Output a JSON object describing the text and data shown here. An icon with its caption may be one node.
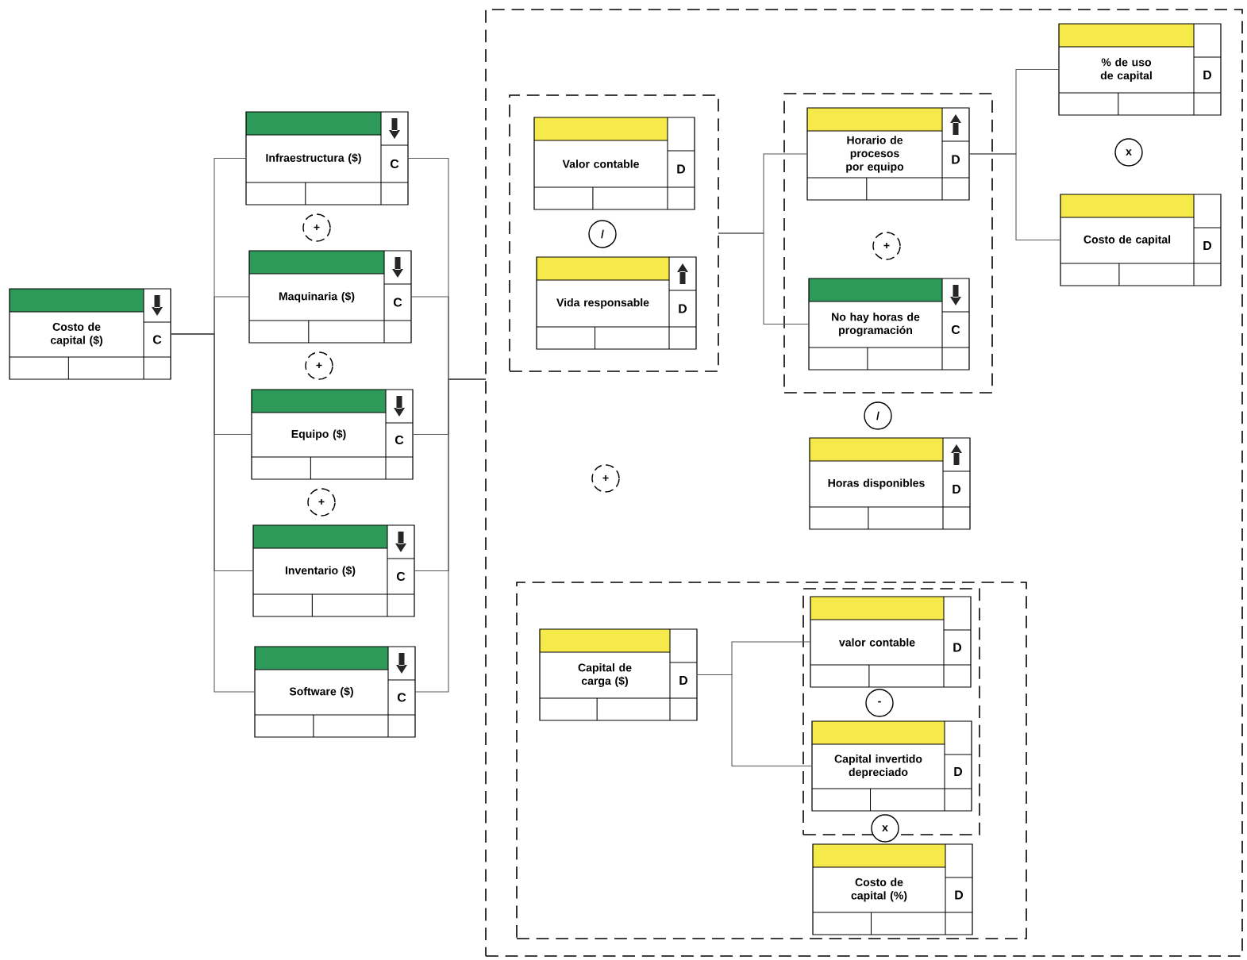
{
  "diagram": {
    "nodes": [
      {
        "text": [
          "Costo de capital ($)",
          "C"
        ]
      },
      {
        "text": [
          "Infraestructura ($)",
          "C"
        ]
      },
      {
        "text": [
          "+"
        ]
      },
      {
        "text": [
          "Maquinaria ($)",
          "C"
        ]
      },
      {
        "text": [
          "+"
        ]
      },
      {
        "text": [
          "Equipo ($)",
          "C"
        ]
      },
      {
        "text": [
          "+"
        ]
      },
      {
        "text": [
          "Inventario ($)",
          "C"
        ]
      },
      {
        "text": [
          "Software ($)",
          "C"
        ]
      },
      {
        "text": [],
        "shape": "box"
      },
      {
        "text": [],
        "shape": "box",
        "in": 9
      },
      {
        "text": [
          "Valor contable",
          "D"
        ],
        "in": 10
      },
      {
        "text": [
          "/"
        ],
        "in": 10
      },
      {
        "text": [
          "Vida responsable",
          "D"
        ],
        "in": 10
      },
      {
        "text": [],
        "shape": "box",
        "in": 9
      },
      {
        "text": [
          "Horario de procesos por equipo",
          "D"
        ],
        "in": 14
      },
      {
        "text": [
          "+"
        ],
        "in": 14
      },
      {
        "text": [
          "No hay horas de programación",
          "C"
        ],
        "in": 14
      },
      {
        "text": [
          "% de uso de capital",
          "D"
        ],
        "in": 9
      },
      {
        "text": [
          "x"
        ],
        "in": 9
      },
      {
        "text": [
          "Costo de capital",
          "D"
        ],
        "in": 9
      },
      {
        "text": [
          "/"
        ],
        "in": 9
      },
      {
        "text": [
          "Horas disponibles",
          "D"
        ],
        "in": 9
      },
      {
        "text": [
          "+"
        ],
        "in": 9
      },
      {
        "text": [],
        "shape": "box",
        "in": 9
      },
      {
        "text": [
          "Capital de carga ($)",
          "D"
        ],
        "in": 24
      },
      {
        "text": [],
        "shape": "box",
        "in": 24
      },
      {
        "text": [
          "valor contable",
          "D"
        ],
        "in": 26
      },
      {
        "text": [
          "-"
        ],
        "in": 26
      },
      {
        "text": [
          "Capital invertido depreciado",
          "D"
        ],
        "in": 26
      },
      {
        "text": [
          "x"
        ],
        "in": 24
      },
      {
        "text": [
          "Costo de capital (%)",
          "D"
        ],
        "in": 24
      }
    ],
    "edges": [
      {
        "from": 0,
        "to": 1,
        "arrow": "none"
      },
      {
        "from": 0,
        "to": 3,
        "arrow": "none"
      },
      {
        "from": 0,
        "to": 5,
        "arrow": "none"
      },
      {
        "from": 0,
        "to": 7,
        "arrow": "none"
      },
      {
        "from": 0,
        "to": 8,
        "arrow": "none"
      },
      {
        "from": 1,
        "to": 9,
        "arrow": "none"
      },
      {
        "from": 3,
        "to": 9,
        "arrow": "none"
      },
      {
        "from": 5,
        "to": 9,
        "arrow": "none"
      },
      {
        "from": 7,
        "to": 9,
        "arrow": "none"
      },
      {
        "from": 8,
        "to": 9,
        "arrow": "none"
      },
      {
        "from": 10,
        "to": 15,
        "arrow": "none"
      },
      {
        "from": 10,
        "to": 17,
        "arrow": "none"
      },
      {
        "from": 15,
        "to": 18,
        "arrow": "none"
      },
      {
        "from": 15,
        "to": 20,
        "arrow": "none"
      },
      {
        "from": 25,
        "to": 27,
        "arrow": "none"
      },
      {
        "from": 25,
        "to": 29,
        "arrow": "none"
      }
    ]
  }
}
